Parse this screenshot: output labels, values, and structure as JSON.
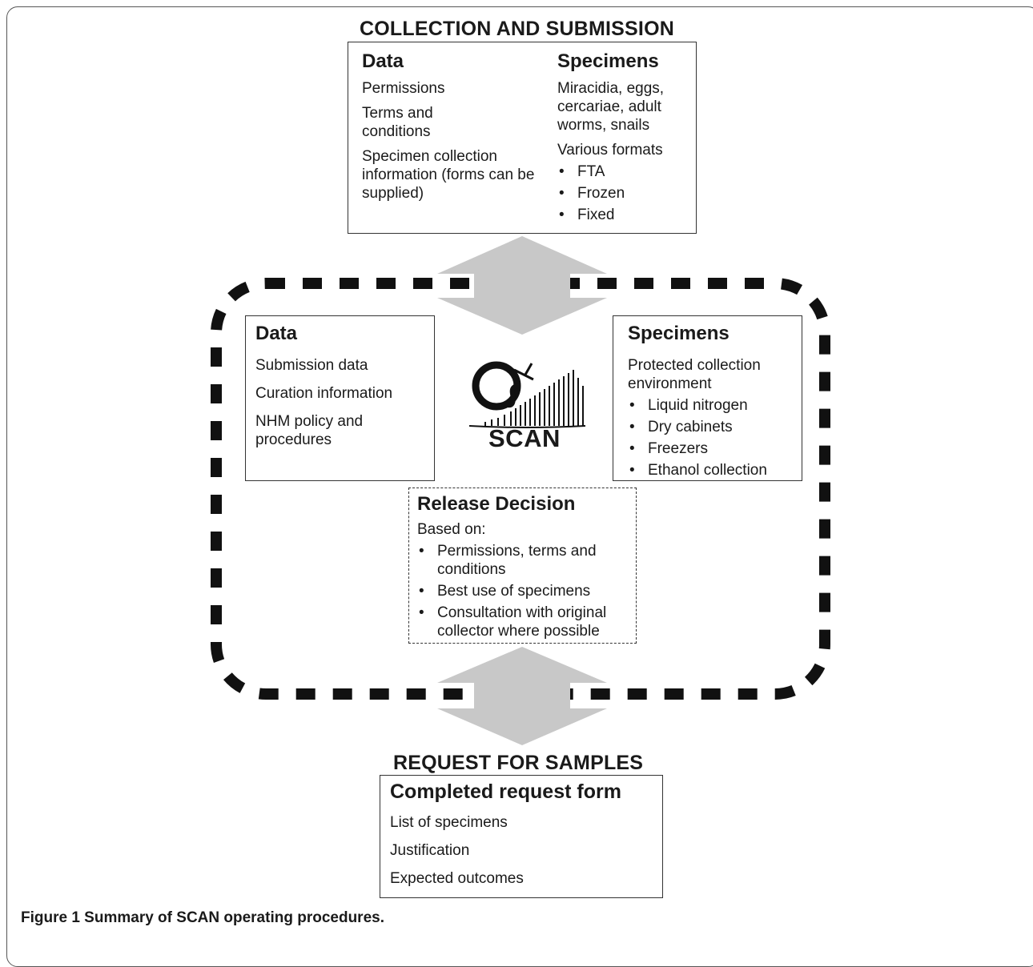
{
  "top": {
    "title": "COLLECTION AND SUBMISSION",
    "data": {
      "heading": "Data",
      "items": [
        "Permissions",
        "Terms and conditions",
        "Specimen collection information (forms can be supplied)"
      ]
    },
    "specimens": {
      "heading": "Specimens",
      "intro": "Miracidia, eggs, cercariae, adult worms, snails",
      "formats_label": "Various formats",
      "formats": [
        "FTA",
        "Frozen",
        "Fixed"
      ]
    }
  },
  "scan": {
    "data": {
      "heading": "Data",
      "items": [
        "Submission data",
        "Curation information",
        "NHM policy and procedures"
      ]
    },
    "logo_text": "SCAN",
    "specimens": {
      "heading": "Specimens",
      "intro": "Protected collection environment",
      "items": [
        "Liquid nitrogen",
        "Dry cabinets",
        "Freezers",
        "Ethanol collection"
      ]
    },
    "release": {
      "heading": "Release Decision",
      "intro": "Based on:",
      "items": [
        "Permissions, terms and conditions",
        "Best use of specimens",
        "Consultation with original collector where possible"
      ]
    }
  },
  "bottom": {
    "title": "REQUEST FOR SAMPLES",
    "form": {
      "heading": "Completed request form",
      "items": [
        "List of specimens",
        "Justification",
        "Expected outcomes"
      ]
    }
  },
  "caption": {
    "label": "Figure 1",
    "text": " Summary of SCAN operating procedures."
  },
  "colors": {
    "arrow": "#c8c8c8",
    "dash": "#111111"
  }
}
